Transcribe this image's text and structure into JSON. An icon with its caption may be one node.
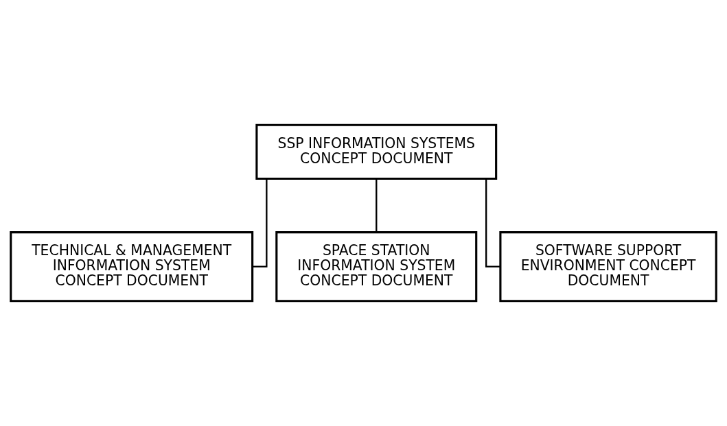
{
  "diagram": {
    "nodes": [
      {
        "text": [
          "SSP INFORMATION SYSTEMS CONCEPT DOCUMENT"
        ]
      },
      {
        "text": [
          "TECHNICAL & MANAGEMENT INFORMATION SYSTEM CONCEPT DOCUMENT"
        ]
      },
      {
        "text": [
          "SPACE STATION INFORMATION SYSTEM CONCEPT DOCUMENT"
        ]
      },
      {
        "text": [
          "SOFTWARE SUPPORT ENVIRONMENT CONCEPT DOCUMENT"
        ]
      }
    ],
    "edges": [
      {
        "from": 0,
        "to": 1,
        "arrow": "none"
      },
      {
        "from": 0,
        "to": 2,
        "arrow": "none"
      },
      {
        "from": 0,
        "to": 3,
        "arrow": "none"
      }
    ]
  }
}
